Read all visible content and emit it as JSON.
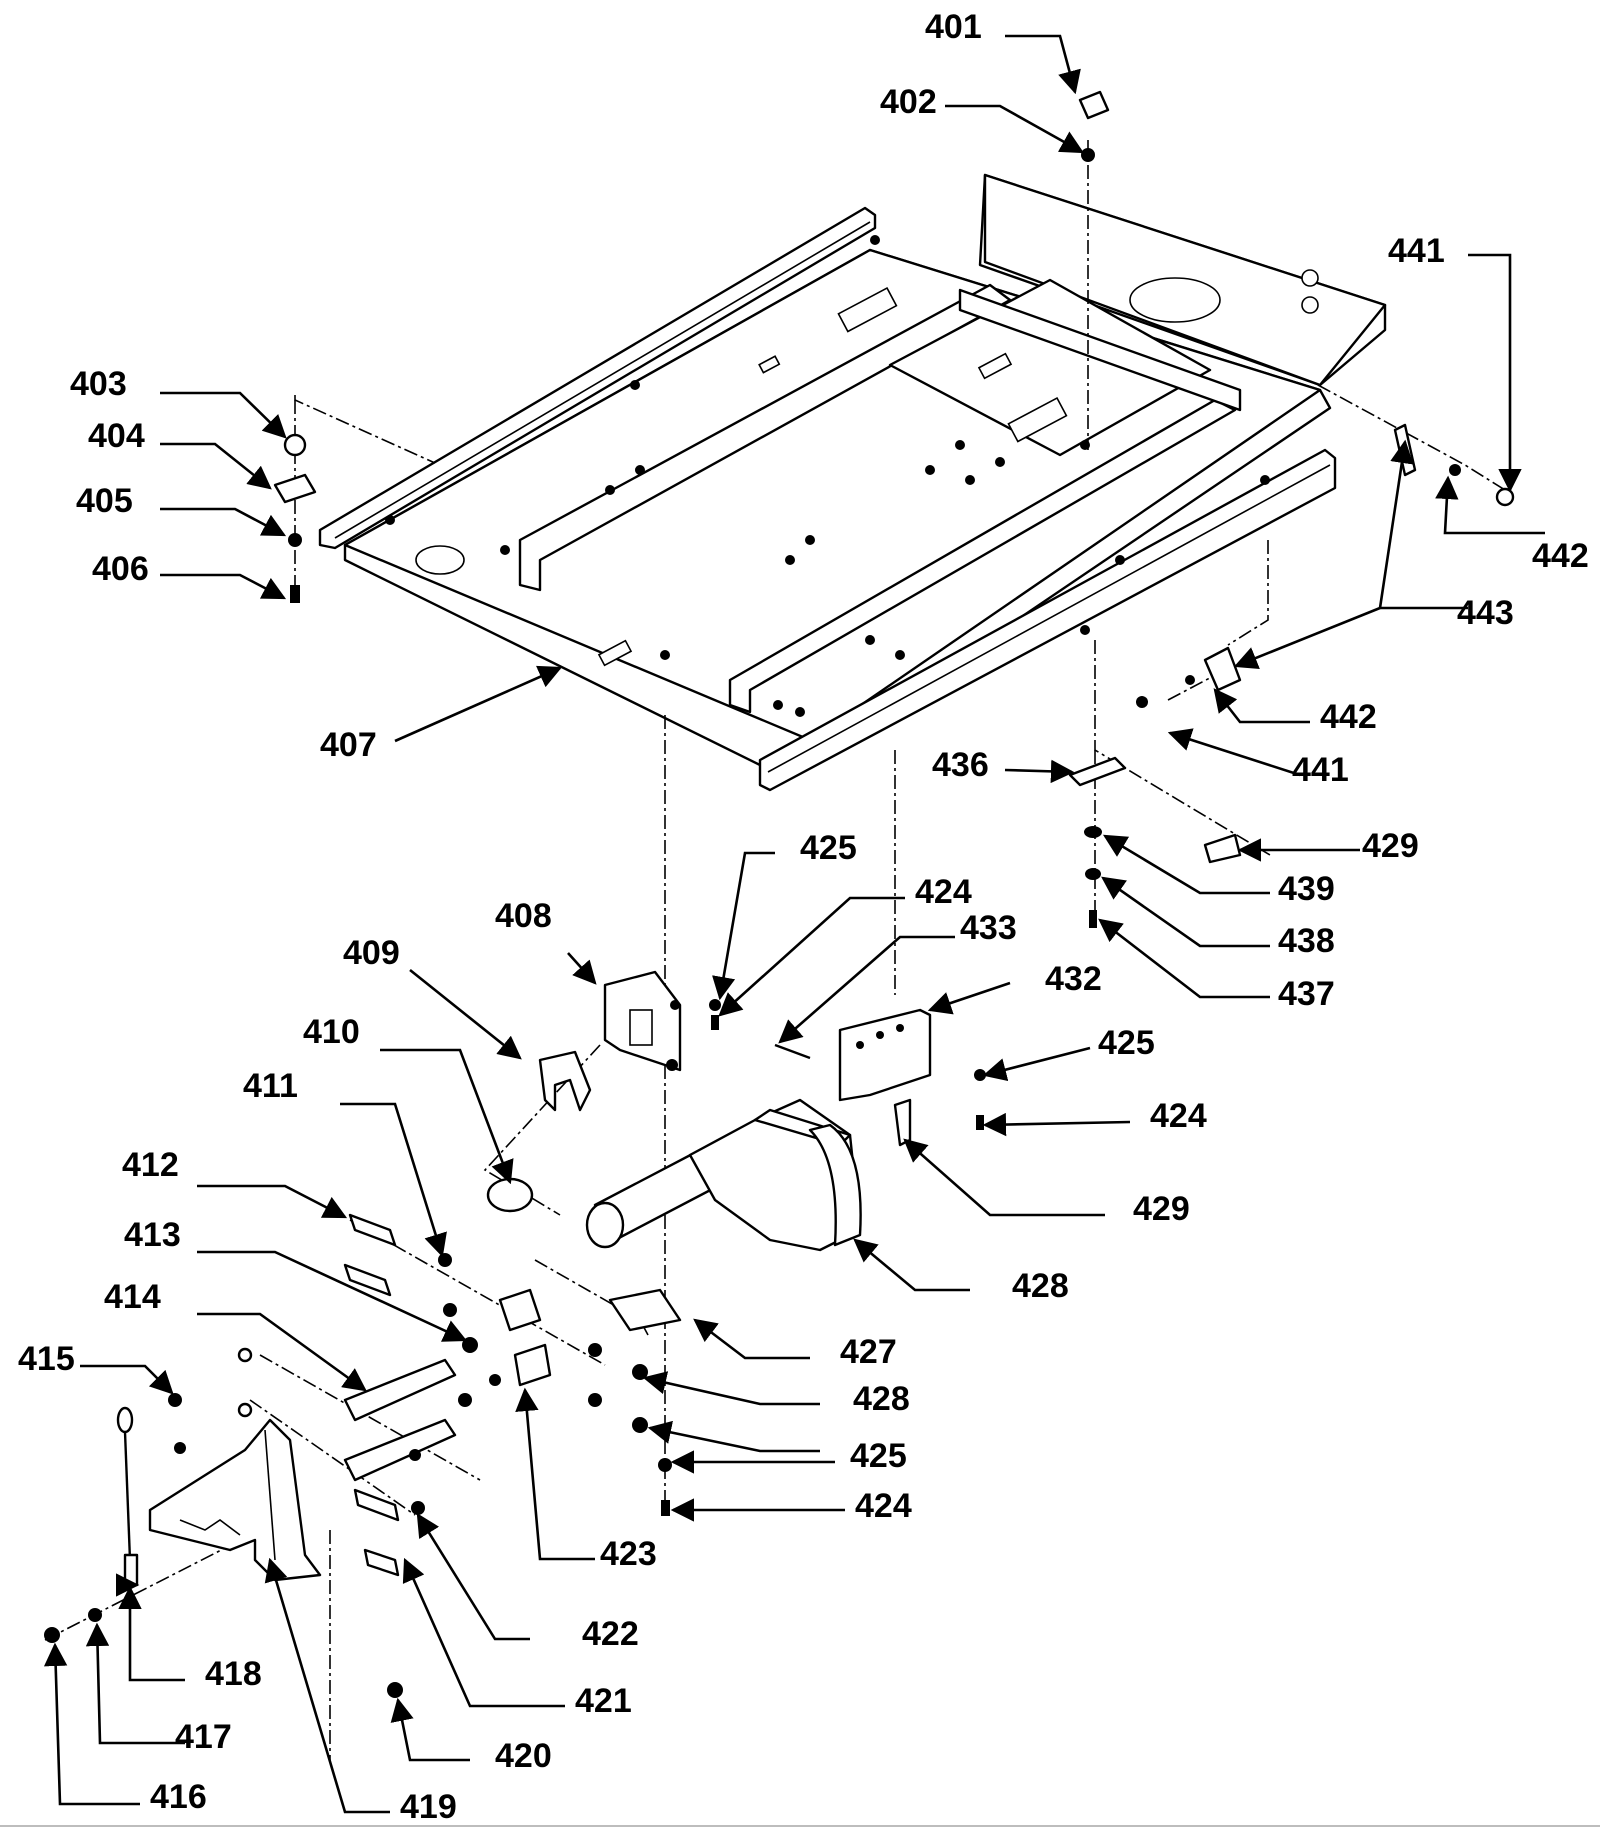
{
  "diagram": {
    "labels": [
      {
        "id": "l401",
        "text": "401"
      },
      {
        "id": "l402",
        "text": "402"
      },
      {
        "id": "l403",
        "text": "403"
      },
      {
        "id": "l404",
        "text": "404"
      },
      {
        "id": "l405",
        "text": "405"
      },
      {
        "id": "l406",
        "text": "406"
      },
      {
        "id": "l407",
        "text": "407"
      },
      {
        "id": "l408",
        "text": "408"
      },
      {
        "id": "l409",
        "text": "409"
      },
      {
        "id": "l410",
        "text": "410"
      },
      {
        "id": "l411",
        "text": "411"
      },
      {
        "id": "l412",
        "text": "412"
      },
      {
        "id": "l413",
        "text": "413"
      },
      {
        "id": "l414",
        "text": "414"
      },
      {
        "id": "l415",
        "text": "415"
      },
      {
        "id": "l416",
        "text": "416"
      },
      {
        "id": "l417",
        "text": "417"
      },
      {
        "id": "l418",
        "text": "418"
      },
      {
        "id": "l419",
        "text": "419"
      },
      {
        "id": "l420",
        "text": "420"
      },
      {
        "id": "l421",
        "text": "421"
      },
      {
        "id": "l422",
        "text": "422"
      },
      {
        "id": "l423",
        "text": "423"
      },
      {
        "id": "l424a",
        "text": "424"
      },
      {
        "id": "l424b",
        "text": "424"
      },
      {
        "id": "l424c",
        "text": "424"
      },
      {
        "id": "l425a",
        "text": "425"
      },
      {
        "id": "l425b",
        "text": "425"
      },
      {
        "id": "l425c",
        "text": "425"
      },
      {
        "id": "l427",
        "text": "427"
      },
      {
        "id": "l428a",
        "text": "428"
      },
      {
        "id": "l428b",
        "text": "428"
      },
      {
        "id": "l429a",
        "text": "429"
      },
      {
        "id": "l429b",
        "text": "429"
      },
      {
        "id": "l432",
        "text": "432"
      },
      {
        "id": "l433",
        "text": "433"
      },
      {
        "id": "l436",
        "text": "436"
      },
      {
        "id": "l437",
        "text": "437"
      },
      {
        "id": "l438",
        "text": "438"
      },
      {
        "id": "l439",
        "text": "439"
      },
      {
        "id": "l441a",
        "text": "441"
      },
      {
        "id": "l441b",
        "text": "441"
      },
      {
        "id": "l442a",
        "text": "442"
      },
      {
        "id": "l442b",
        "text": "442"
      },
      {
        "id": "l443",
        "text": "443"
      }
    ]
  }
}
